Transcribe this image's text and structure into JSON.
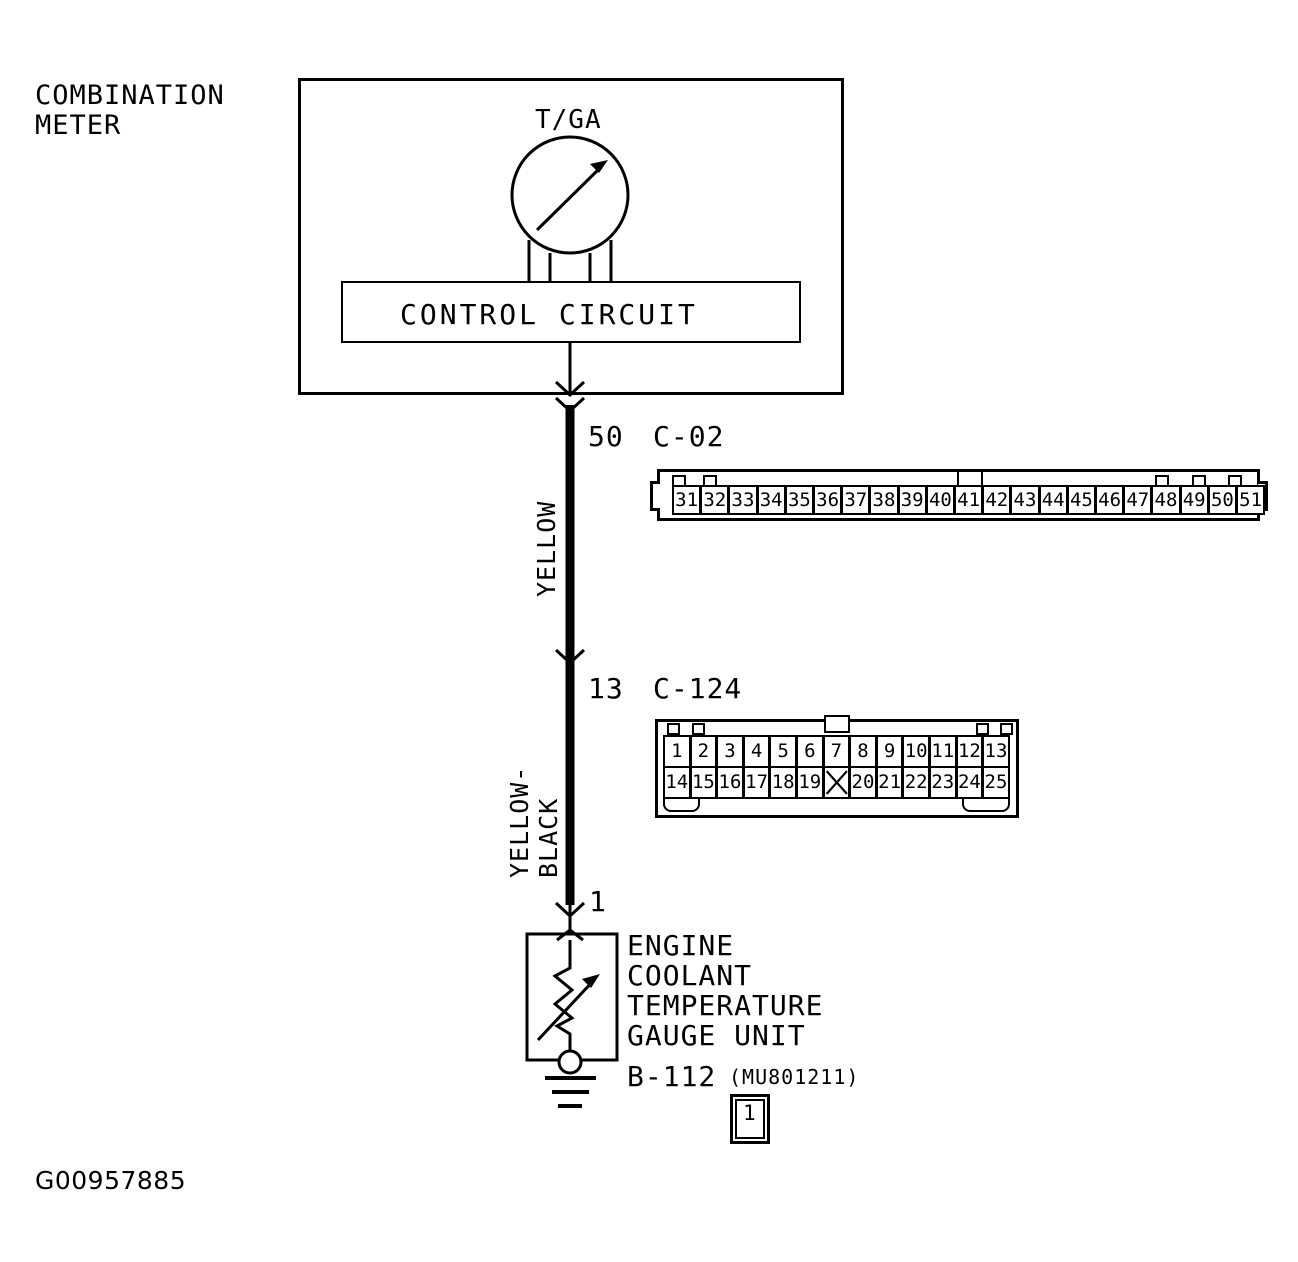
{
  "diagram": {
    "figure_id": "G00957885",
    "combination_meter_label_line1": "COMBINATION",
    "combination_meter_label_line2": "METER",
    "gauge_label": "T/GA",
    "control_circuit_label": "CONTROL CIRCUIT"
  },
  "wires": [
    {
      "id": "wire-yellow",
      "color_label": "YELLOW",
      "pin": "50",
      "connector": "C-02"
    },
    {
      "id": "wire-yellow-black",
      "color_label_line1": "YELLOW-",
      "color_label_line2": "BLACK",
      "pin": "13",
      "connector": "C-124"
    }
  ],
  "component": {
    "name_line1": "ENGINE",
    "name_line2": "COOLANT",
    "name_line3": "TEMPERATURE",
    "name_line4": "GAUGE UNIT",
    "connector_id": "B-112",
    "part_number": "(MU801211)",
    "terminal_pin": "1",
    "wire_pin": "1"
  },
  "connector_c02": {
    "name": "C-02",
    "rows": [
      [
        "31",
        "32",
        "33",
        "34",
        "35",
        "36",
        "37",
        "38",
        "39",
        "40",
        "41",
        "42",
        "43",
        "44",
        "45",
        "46",
        "47",
        "48",
        "49",
        "50",
        "51"
      ]
    ]
  },
  "connector_c124": {
    "name": "C-124",
    "row_top": [
      "1",
      "2",
      "3",
      "4",
      "5",
      "6",
      "7",
      "8",
      "9",
      "10",
      "11",
      "12",
      "13"
    ],
    "row_bottom": [
      "14",
      "15",
      "16",
      "17",
      "18",
      "19",
      "X",
      "20",
      "21",
      "22",
      "23",
      "24",
      "25"
    ]
  },
  "colors": {
    "line": "#000000",
    "background": "#ffffff"
  }
}
